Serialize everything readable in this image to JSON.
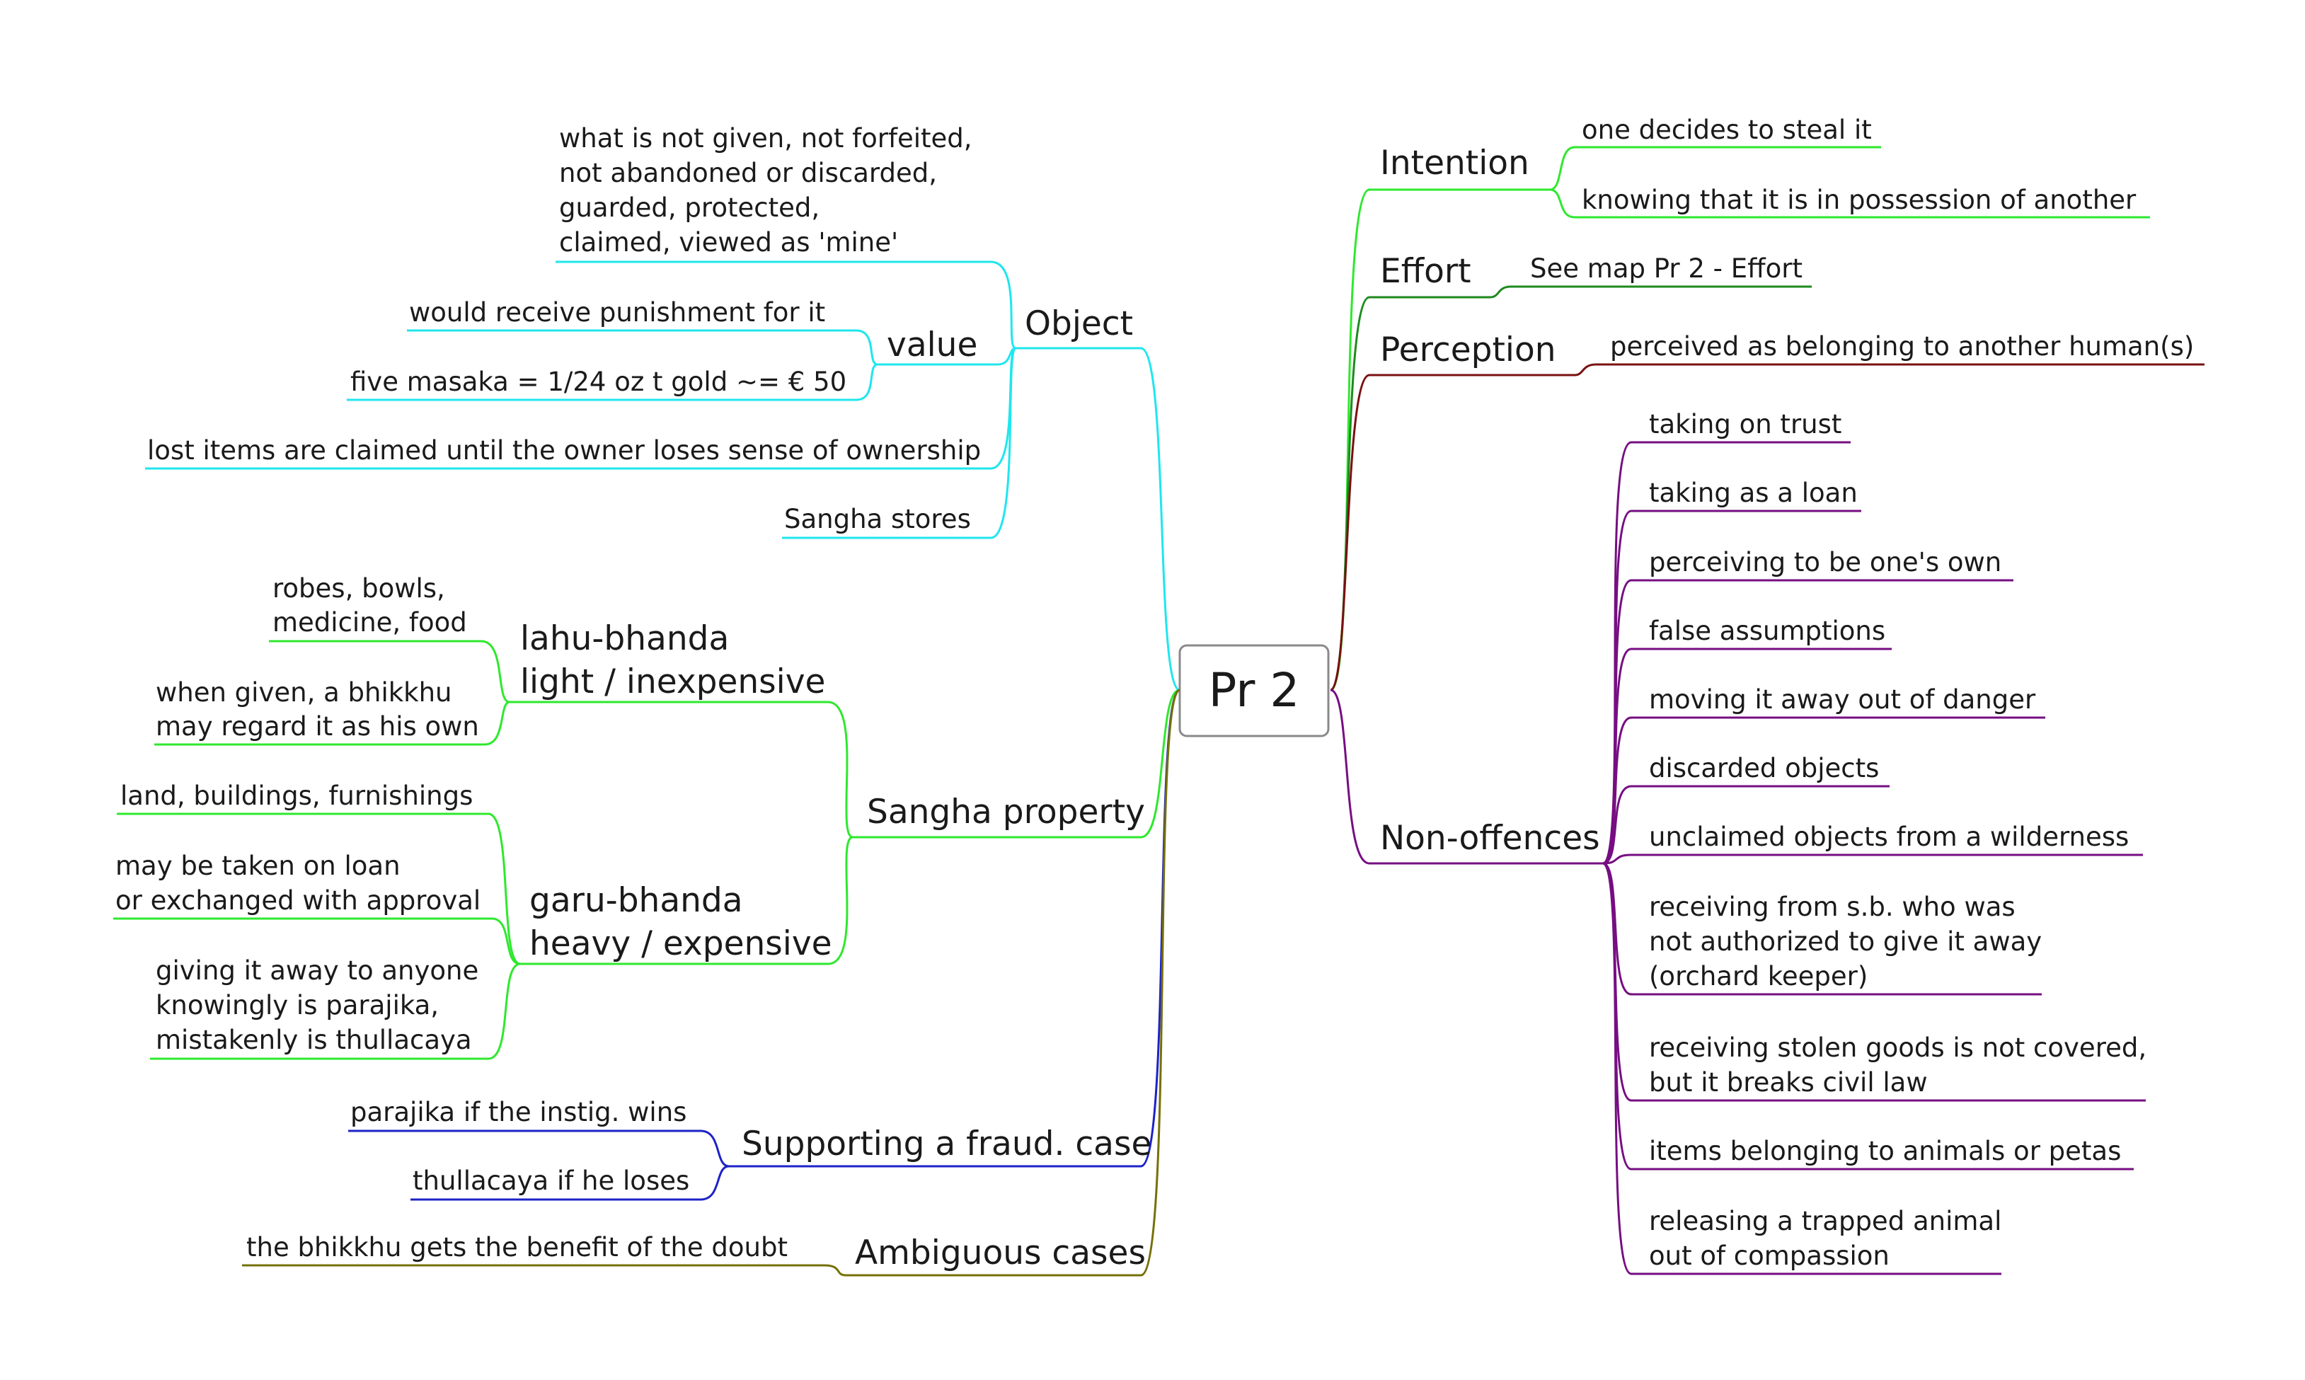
{
  "central": {
    "label": "Pr 2"
  },
  "colors": {
    "cyan": "#1fe6ee",
    "green": "#2ee82e",
    "darkgreen": "#1e8a1e",
    "darkred": "#7a1010",
    "purple": "#760e82",
    "blue": "#1d22c8",
    "olive": "#757008",
    "box_border": "#8a8a8a"
  },
  "left": {
    "object": {
      "label": "Object",
      "items": [
        [
          "what is not given, not forfeited,",
          "not abandoned or discarded,",
          "guarded, protected,",
          "claimed, viewed as 'mine'"
        ],
        [
          "lost items are claimed until the owner loses sense of ownership"
        ],
        [
          "Sangha stores"
        ]
      ],
      "value": {
        "label": "value",
        "items": [
          [
            "would receive punishment for it"
          ],
          [
            "five masaka = 1/24 oz t gold ~=  € 50"
          ]
        ]
      }
    },
    "sangha_property": {
      "label": "Sangha property",
      "lahu": {
        "label": [
          "lahu-bhanda",
          "light / inexpensive"
        ],
        "items": [
          [
            "robes, bowls,",
            "medicine, food"
          ],
          [
            "when given, a bhikkhu",
            "may regard it as his own"
          ]
        ]
      },
      "garu": {
        "label": [
          "garu-bhanda",
          "heavy / expensive"
        ],
        "items": [
          [
            "land, buildings, furnishings"
          ],
          [
            "may be taken on loan",
            "or exchanged with approval"
          ],
          [
            "giving it away  to anyone",
            "knowingly is parajika,",
            "mistakenly is thullacaya"
          ]
        ]
      }
    },
    "fraud": {
      "label": "Supporting a fraud. case",
      "items": [
        [
          "parajika if the instig. wins"
        ],
        [
          "thullacaya if he loses"
        ]
      ]
    },
    "ambiguous": {
      "label": "Ambiguous cases",
      "items": [
        [
          "the bhikkhu gets the benefit of the doubt"
        ]
      ]
    }
  },
  "right": {
    "intention": {
      "label": "Intention",
      "items": [
        [
          "one decides to steal it"
        ],
        [
          "knowing that it is in possession of another"
        ]
      ]
    },
    "effort": {
      "label": "Effort",
      "items": [
        [
          "See map Pr 2 - Effort"
        ]
      ]
    },
    "perception": {
      "label": "Perception",
      "items": [
        [
          "perceived as belonging to another human(s)"
        ]
      ]
    },
    "non_offences": {
      "label": "Non-offences",
      "items": [
        [
          "taking on trust"
        ],
        [
          "taking as a loan"
        ],
        [
          "perceiving to be one's own"
        ],
        [
          "false assumptions"
        ],
        [
          "moving it away out of danger"
        ],
        [
          "discarded objects"
        ],
        [
          "unclaimed objects from a wilderness"
        ],
        [
          "receiving from s.b. who was",
          "not authorized to give it away",
          "(orchard keeper)"
        ],
        [
          "receiving stolen goods is not covered,",
          "but it breaks civil law"
        ],
        [
          "items belonging to animals or petas"
        ],
        [
          "releasing a trapped animal",
          "out of compassion"
        ]
      ]
    }
  }
}
